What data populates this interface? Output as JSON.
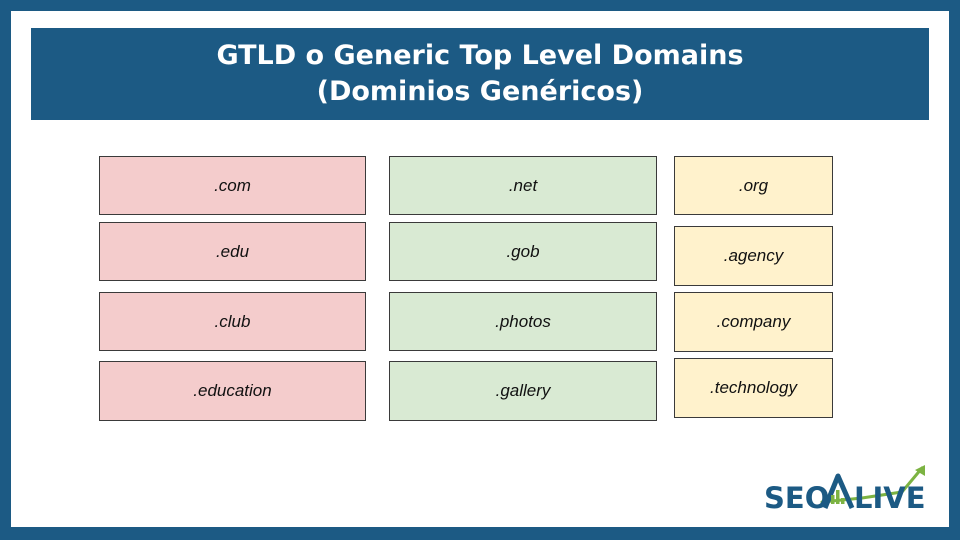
{
  "title": {
    "line1": "GTLD o Generic Top Level Domains",
    "line2": "(Dominios Genéricos)"
  },
  "columns": {
    "red": [
      ".com",
      ".edu",
      ".club",
      ".education"
    ],
    "green": [
      ".net",
      ".gob",
      ".photos",
      ".gallery"
    ],
    "yellow": [
      ".org",
      ".agency",
      ".company",
      ".technology"
    ]
  },
  "logo": {
    "text_left": "SEO",
    "text_right": "LIVE"
  },
  "colors": {
    "brand_blue": "#1c5a84",
    "red_box": "#f4cccc",
    "green_box": "#d9ead3",
    "yellow_box": "#fff2cc",
    "logo_green": "#7cb342"
  }
}
